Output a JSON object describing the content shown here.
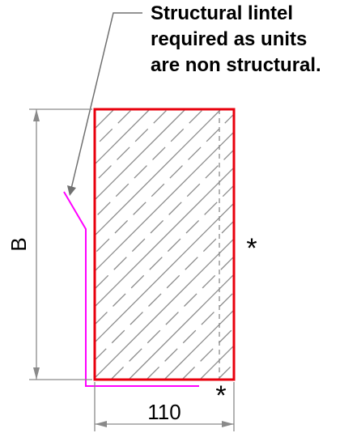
{
  "note": {
    "lines": [
      "Structural lintel",
      "required as units",
      "are non structural."
    ]
  },
  "dimensions": {
    "height_label": "B",
    "width_label": "110"
  },
  "markers": {
    "side": "*",
    "bottom": "*"
  },
  "colors": {
    "outline": "#e8000d",
    "lintel": "#ff00ff",
    "hatch": "#8a8a8a",
    "dimension": "#8a8a8a",
    "text": "#000000"
  }
}
